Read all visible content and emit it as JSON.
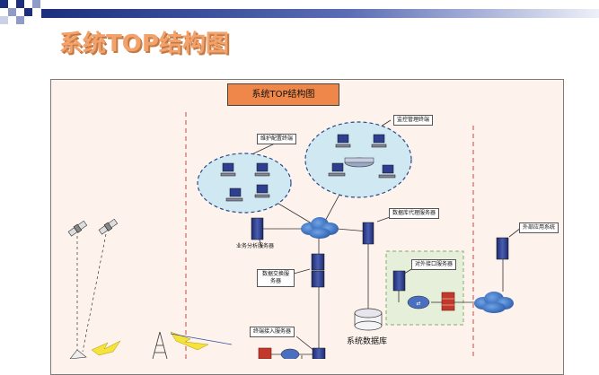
{
  "page": {
    "title": "系统TOP结构图"
  },
  "diagram": {
    "title": "系统TOP结构图",
    "labels": {
      "monitor_terminal": "监控管理终端",
      "maintenance_terminal": "维护配置终端",
      "business_analysis_server": "业务分析服务器",
      "database_proxy_server": "数据库代理服务器",
      "data_exchange_server": "数据交换服务器",
      "external_interface_server": "对外接口服务器",
      "external_app_system": "外部应用系统",
      "terminal_access_server": "终端接入服务器",
      "system_database": "系统数据库"
    }
  },
  "colors": {
    "title_orange": "#f3a26b",
    "title_box": "#f0874a",
    "canvas_bg": "#fdf3ec",
    "cluster_fill": "#cfe8f2",
    "cluster_stroke": "#2a4a8a",
    "dmz_fill": "#e6efd9",
    "server_blue": "#2e3f8f",
    "cloud_blue": "#3a6fc2",
    "firewall_red": "#c0392b"
  }
}
